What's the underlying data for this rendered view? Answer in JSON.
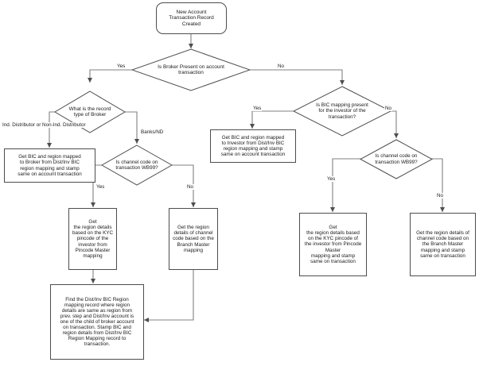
{
  "diagram": {
    "title": "Account Transaction BIC and Region Mapping Flowchart",
    "type": "flowchart",
    "theme": {
      "background": "#ffffff",
      "stroke": "#4d4d4d",
      "text": "#1a1a1a",
      "edge": "#707070"
    },
    "nodes": [
      {
        "id": "start",
        "shape": "terminator",
        "label": "New Account\nTransaction Record\nCreated"
      },
      {
        "id": "d_broker_present",
        "shape": "decision",
        "label": "Is Broker Present on account\ntransaction"
      },
      {
        "id": "d_record_type",
        "shape": "decision",
        "label": "What is the record\ntype of Broker"
      },
      {
        "id": "p_broker_bic",
        "shape": "process",
        "label": "Get BIC and region mapped\nto Broker from Dist/Inv BIC\nregion mapping and stamp\nsame on account transaction"
      },
      {
        "id": "d_wb99_left",
        "shape": "decision",
        "label": "Is channel code on\ntransaction WB99?"
      },
      {
        "id": "p_kyc_pincode_left",
        "shape": "process",
        "label": "Get\nthe region details\nbased on the KYC\npincode of the\ninvestor from\nPincode Master\nmapping"
      },
      {
        "id": "p_branch_master_left",
        "shape": "process",
        "label": "Get the region\ndetails of channel\ncode based on the\nBranch Master\nmapping"
      },
      {
        "id": "p_find_bic_region",
        "shape": "process",
        "label": "Find the Dist/Inv BIC Region\nmapping record where region\ndetails are same as region from\nprev. step and Dist/Inv account is\none of the child of broker account\non transaction. Stamp BIC and\nregion details from Dist/Inv BIC\nRegion Mapping record to\ntransaction."
      },
      {
        "id": "d_bic_mapping",
        "shape": "decision",
        "label": "Is BIC mapping present\nfor the investor of the\ntransaction?"
      },
      {
        "id": "p_investor_bic",
        "shape": "process",
        "label": "Get BIC and region mapped\nto Investor from Dist/Inv BIC\nregion mapping and stamp\nsame on account transaction"
      },
      {
        "id": "d_wb99_right",
        "shape": "decision",
        "label": "Is channel code on\ntransaction WB99?"
      },
      {
        "id": "p_kyc_pincode_right",
        "shape": "process",
        "label": "Get\nthe region details based\non the KYC pincode of\nthe investor from Pincode\nMaster\nmapping and stamp\nsame on transaction"
      },
      {
        "id": "p_branch_master_right",
        "shape": "process",
        "label": "Get the region details of\nchannel code based on\nthe Branch Master\nmapping and stamp\nsame on transaction"
      }
    ],
    "edge_labels": {
      "broker_yes": "Yes",
      "broker_no": "No",
      "record_type_ind": "Ind. Distributor or Non-Ind. Distributor",
      "record_type_banks": "Banks/ND",
      "wb99_left_yes": "Yes",
      "wb99_left_no": "No",
      "bic_mapping_yes": "Yes",
      "bic_mapping_no": "No",
      "wb99_right_yes": "Yes",
      "wb99_right_no": "No"
    }
  }
}
